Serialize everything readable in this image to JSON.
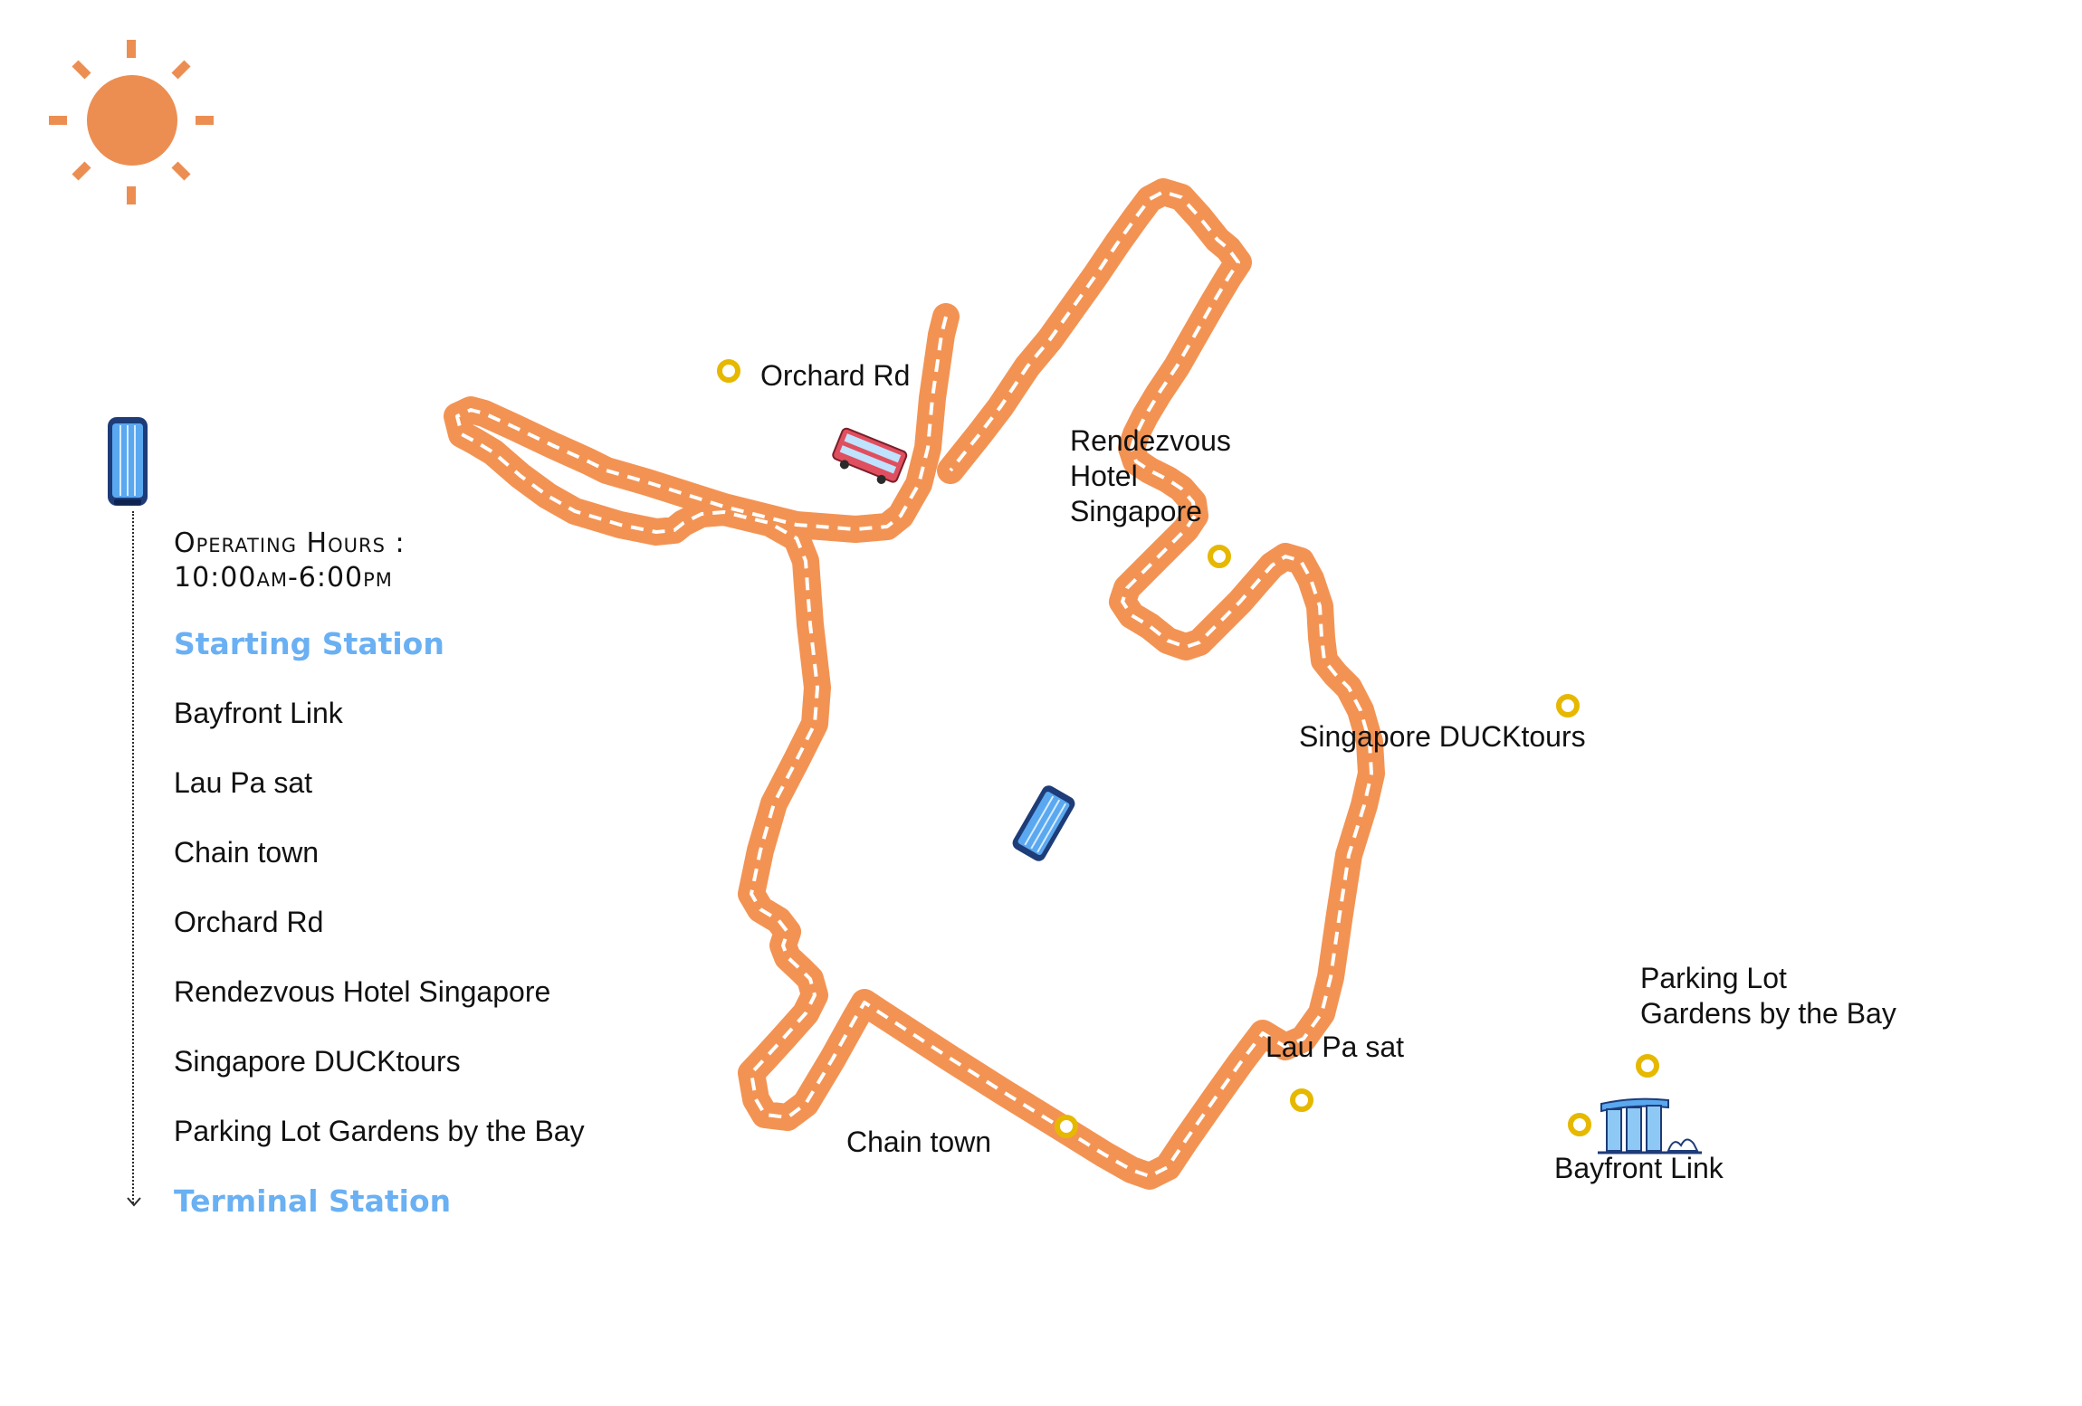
{
  "colors": {
    "sun": "#ec8e52",
    "route": "#f39353",
    "route_dash": "#ffffff",
    "stop_marker": "#e6b800",
    "heading": "#6ab0f3",
    "bus_red": "#e04f5f",
    "bus_blue": "#5aa8f0"
  },
  "legend": {
    "hours_label": "Operating Hours :",
    "hours_value": "10:00am-6:00pm",
    "starting_station": "Starting Station",
    "terminal_station": "Terminal Station",
    "stations": [
      "Bayfront Link",
      "Lau Pa sat",
      "Chain town",
      "Orchard Rd",
      "Rendezvous Hotel Singapore",
      "Singapore DUCKtours",
      "Parking Lot Gardens by the Bay"
    ]
  },
  "map": {
    "stops": [
      {
        "id": "orchard",
        "label": "Orchard Rd"
      },
      {
        "id": "rendezvous",
        "label": "Rendezvous\nHotel\nSingapore"
      },
      {
        "id": "ducktours",
        "label": "Singapore DUCKtours"
      },
      {
        "id": "parking",
        "label": "Parking Lot\nGardens by the Bay"
      },
      {
        "id": "bayfront",
        "label": "Bayfront Link"
      },
      {
        "id": "laupasat",
        "label": "Lau Pa sat"
      },
      {
        "id": "chaintown",
        "label": "Chain town"
      }
    ],
    "icons": [
      "sun-icon",
      "bus-icon",
      "double-decker-bus-icon",
      "marina-bay-sands-icon"
    ]
  }
}
